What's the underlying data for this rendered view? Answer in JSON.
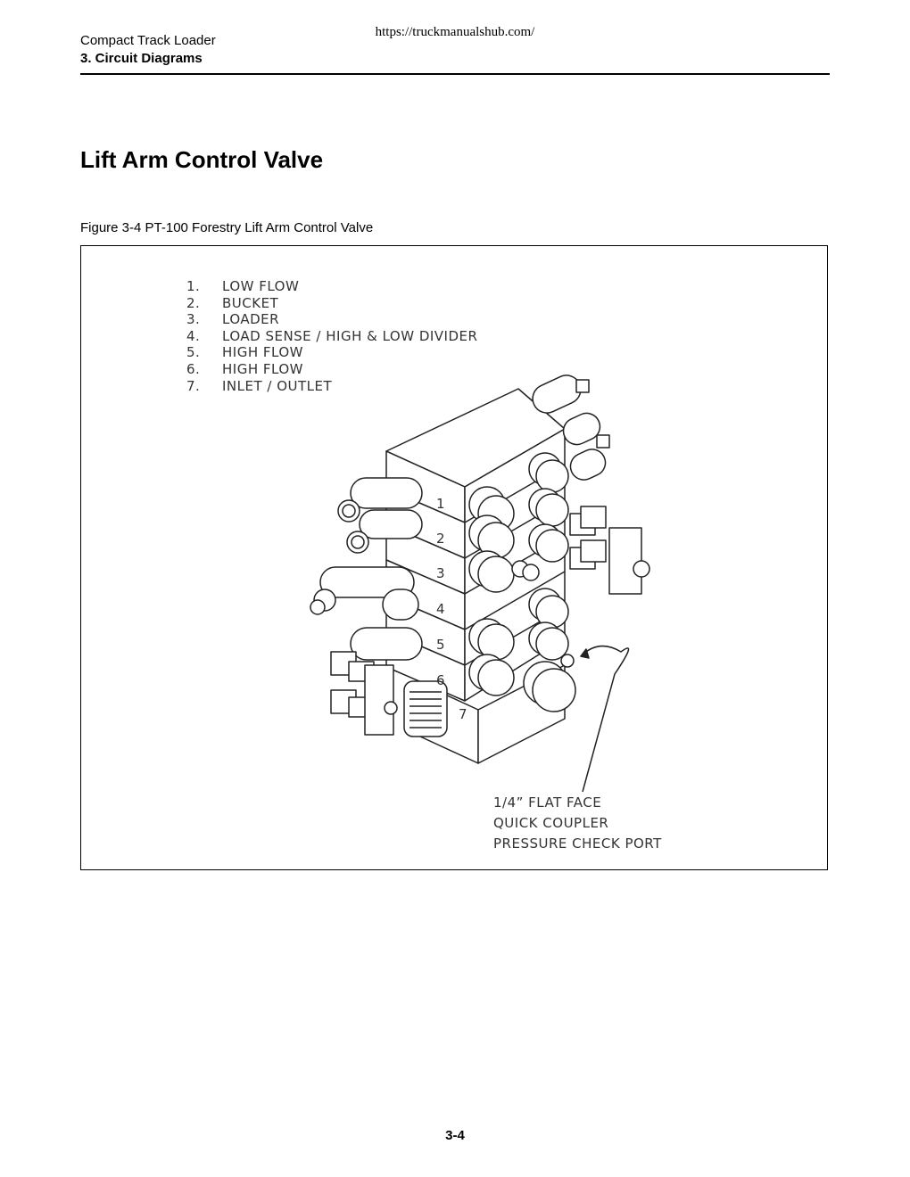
{
  "watermark_url": "https://truckmanualshub.com/",
  "header": {
    "doc_title": "Compact Track Loader",
    "section": "3. Circuit Diagrams"
  },
  "page_title": "Lift Arm Control Valve",
  "figure": {
    "caption": "Figure 3-4 PT-100 Forestry Lift Arm Control Valve",
    "legend": [
      {
        "num": "1.",
        "label": "LOW FLOW"
      },
      {
        "num": "2.",
        "label": "BUCKET"
      },
      {
        "num": "3.",
        "label": "LOADER"
      },
      {
        "num": "4.",
        "label": "LOAD SENSE / HIGH & LOW DIVIDER"
      },
      {
        "num": "5.",
        "label": "HIGH FLOW"
      },
      {
        "num": "6.",
        "label": "HIGH FLOW"
      },
      {
        "num": "7.",
        "label": "INLET / OUTLET"
      }
    ],
    "section_numbers": [
      "1",
      "2",
      "3",
      "4",
      "5",
      "6",
      "7"
    ],
    "callout": [
      "1/4” FLAT FACE",
      "QUICK COUPLER",
      "PRESSURE CHECK PORT"
    ]
  },
  "page_number": "3-4"
}
